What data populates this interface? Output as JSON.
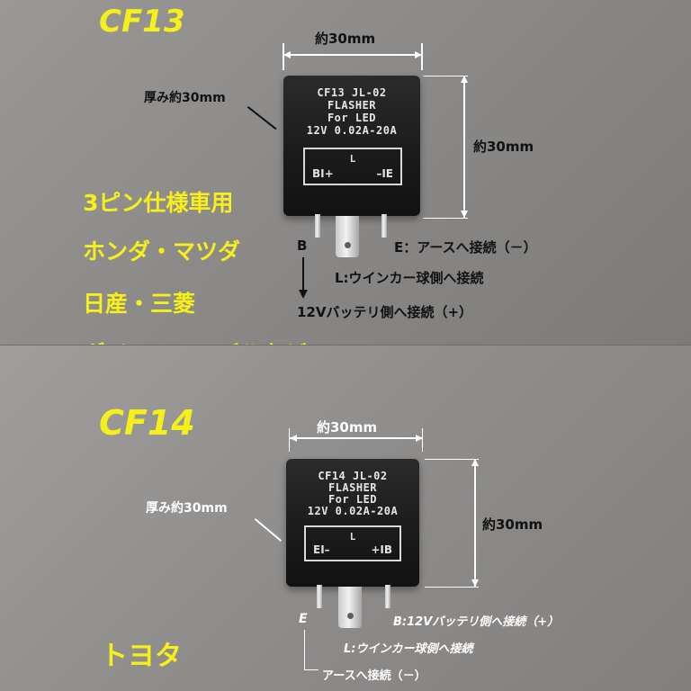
{
  "cf13": {
    "model": "CF13",
    "width_label": "約30mm",
    "height_label": "約30mm",
    "depth_label": "厚み約30mm",
    "relay_line1": "CF13 JL-02",
    "relay_line2": "FLASHER",
    "relay_line3": "For LED",
    "relay_line4": "12V 0.02A-20A",
    "box_pin_mark": "L",
    "box_left": "BI+",
    "box_right": "–IE",
    "pins_label": "3ピン仕様車用",
    "brands": [
      "ホンダ・マツダ",
      "日産・三菱",
      "ダイハツ・スバルなど"
    ],
    "pin_b": "B",
    "pin_e": "E：アースへ接続（－）",
    "pin_l": "L:ウインカー球側へ接続",
    "battery": "12Vバッテリ側へ接続（+）"
  },
  "cf14": {
    "model": "CF14",
    "width_label": "約30mm",
    "height_label": "約30mm",
    "depth_label": "厚み約30mm",
    "relay_line1": "CF14 JL-02",
    "relay_line2": "FLASHER",
    "relay_line3": "For LED",
    "relay_line4": "12V 0.02A-20A",
    "box_pin_mark": "L",
    "box_left": "EI–",
    "box_right": "+IB",
    "brand": "トヨタ",
    "pin_e": "E",
    "pin_b": "B:12Vバッテリ側へ接続（+）",
    "pin_l": "L:ウインカー球側へ接続",
    "ground": "アースへ接続（－）"
  },
  "colors": {
    "accent_yellow": "#f5ef1a",
    "relay_black": "#1a1a1a"
  }
}
